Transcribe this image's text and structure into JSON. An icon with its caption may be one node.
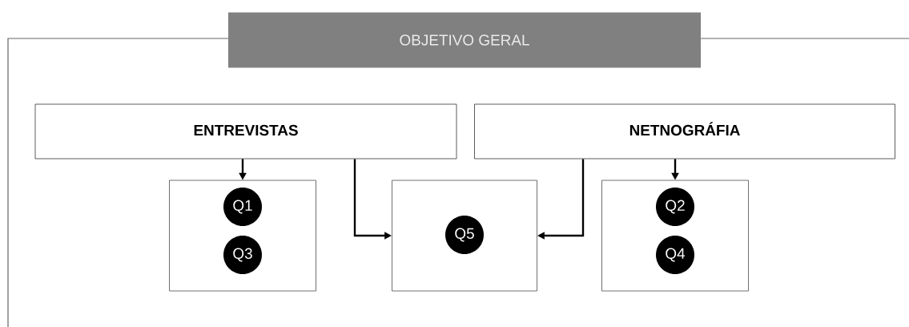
{
  "diagram": {
    "nodes": [
      {
        "text": [
          "OBJETIVO GERAL"
        ]
      },
      {
        "text": [
          "ENTREVISTAS"
        ]
      },
      {
        "text": [
          "NETNOGRÁFIA"
        ]
      },
      {
        "text": [],
        "shape": "box"
      },
      {
        "text": [
          "Q1"
        ],
        "in": 3
      },
      {
        "text": [
          "Q3"
        ],
        "in": 3
      },
      {
        "text": [],
        "shape": "box"
      },
      {
        "text": [
          "Q5"
        ],
        "in": 6
      },
      {
        "text": [],
        "shape": "box"
      },
      {
        "text": [
          "Q2"
        ],
        "in": 8
      },
      {
        "text": [
          "Q4"
        ],
        "in": 8
      }
    ],
    "edges": [
      {
        "from": 1,
        "to": 3,
        "arrow": "to"
      },
      {
        "from": 1,
        "to": 6,
        "arrow": "to"
      },
      {
        "from": 2,
        "to": 6,
        "arrow": "to"
      },
      {
        "from": 2,
        "to": 8,
        "arrow": "to"
      }
    ]
  }
}
